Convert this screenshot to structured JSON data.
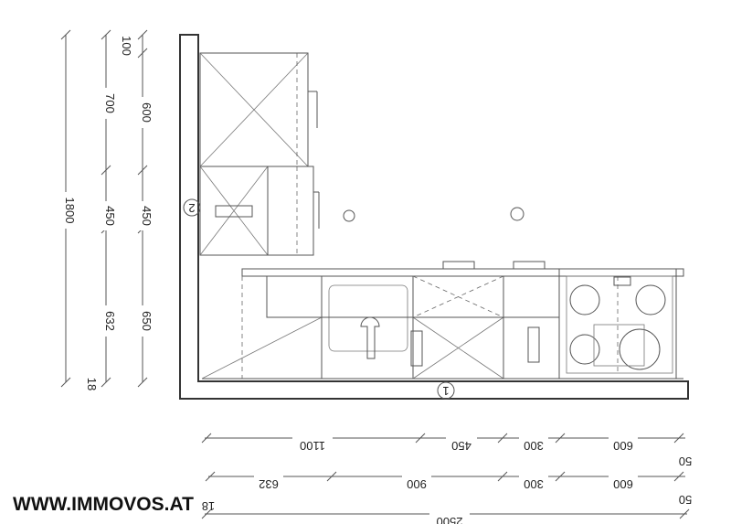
{
  "left_dims": {
    "outer_total": "1800",
    "middle": [
      "700",
      "450",
      "632",
      "18"
    ],
    "inner": [
      "100",
      "600",
      "450",
      "650"
    ]
  },
  "bottom_dims": {
    "row1": [
      "1100",
      "450",
      "300",
      "600",
      "50"
    ],
    "row2": [
      "632",
      "900",
      "300",
      "600",
      "50",
      "18"
    ],
    "row3": [
      "2500"
    ]
  },
  "markers": [
    "2",
    "1"
  ],
  "watermark": "WWW.IMMOVOS.AT"
}
